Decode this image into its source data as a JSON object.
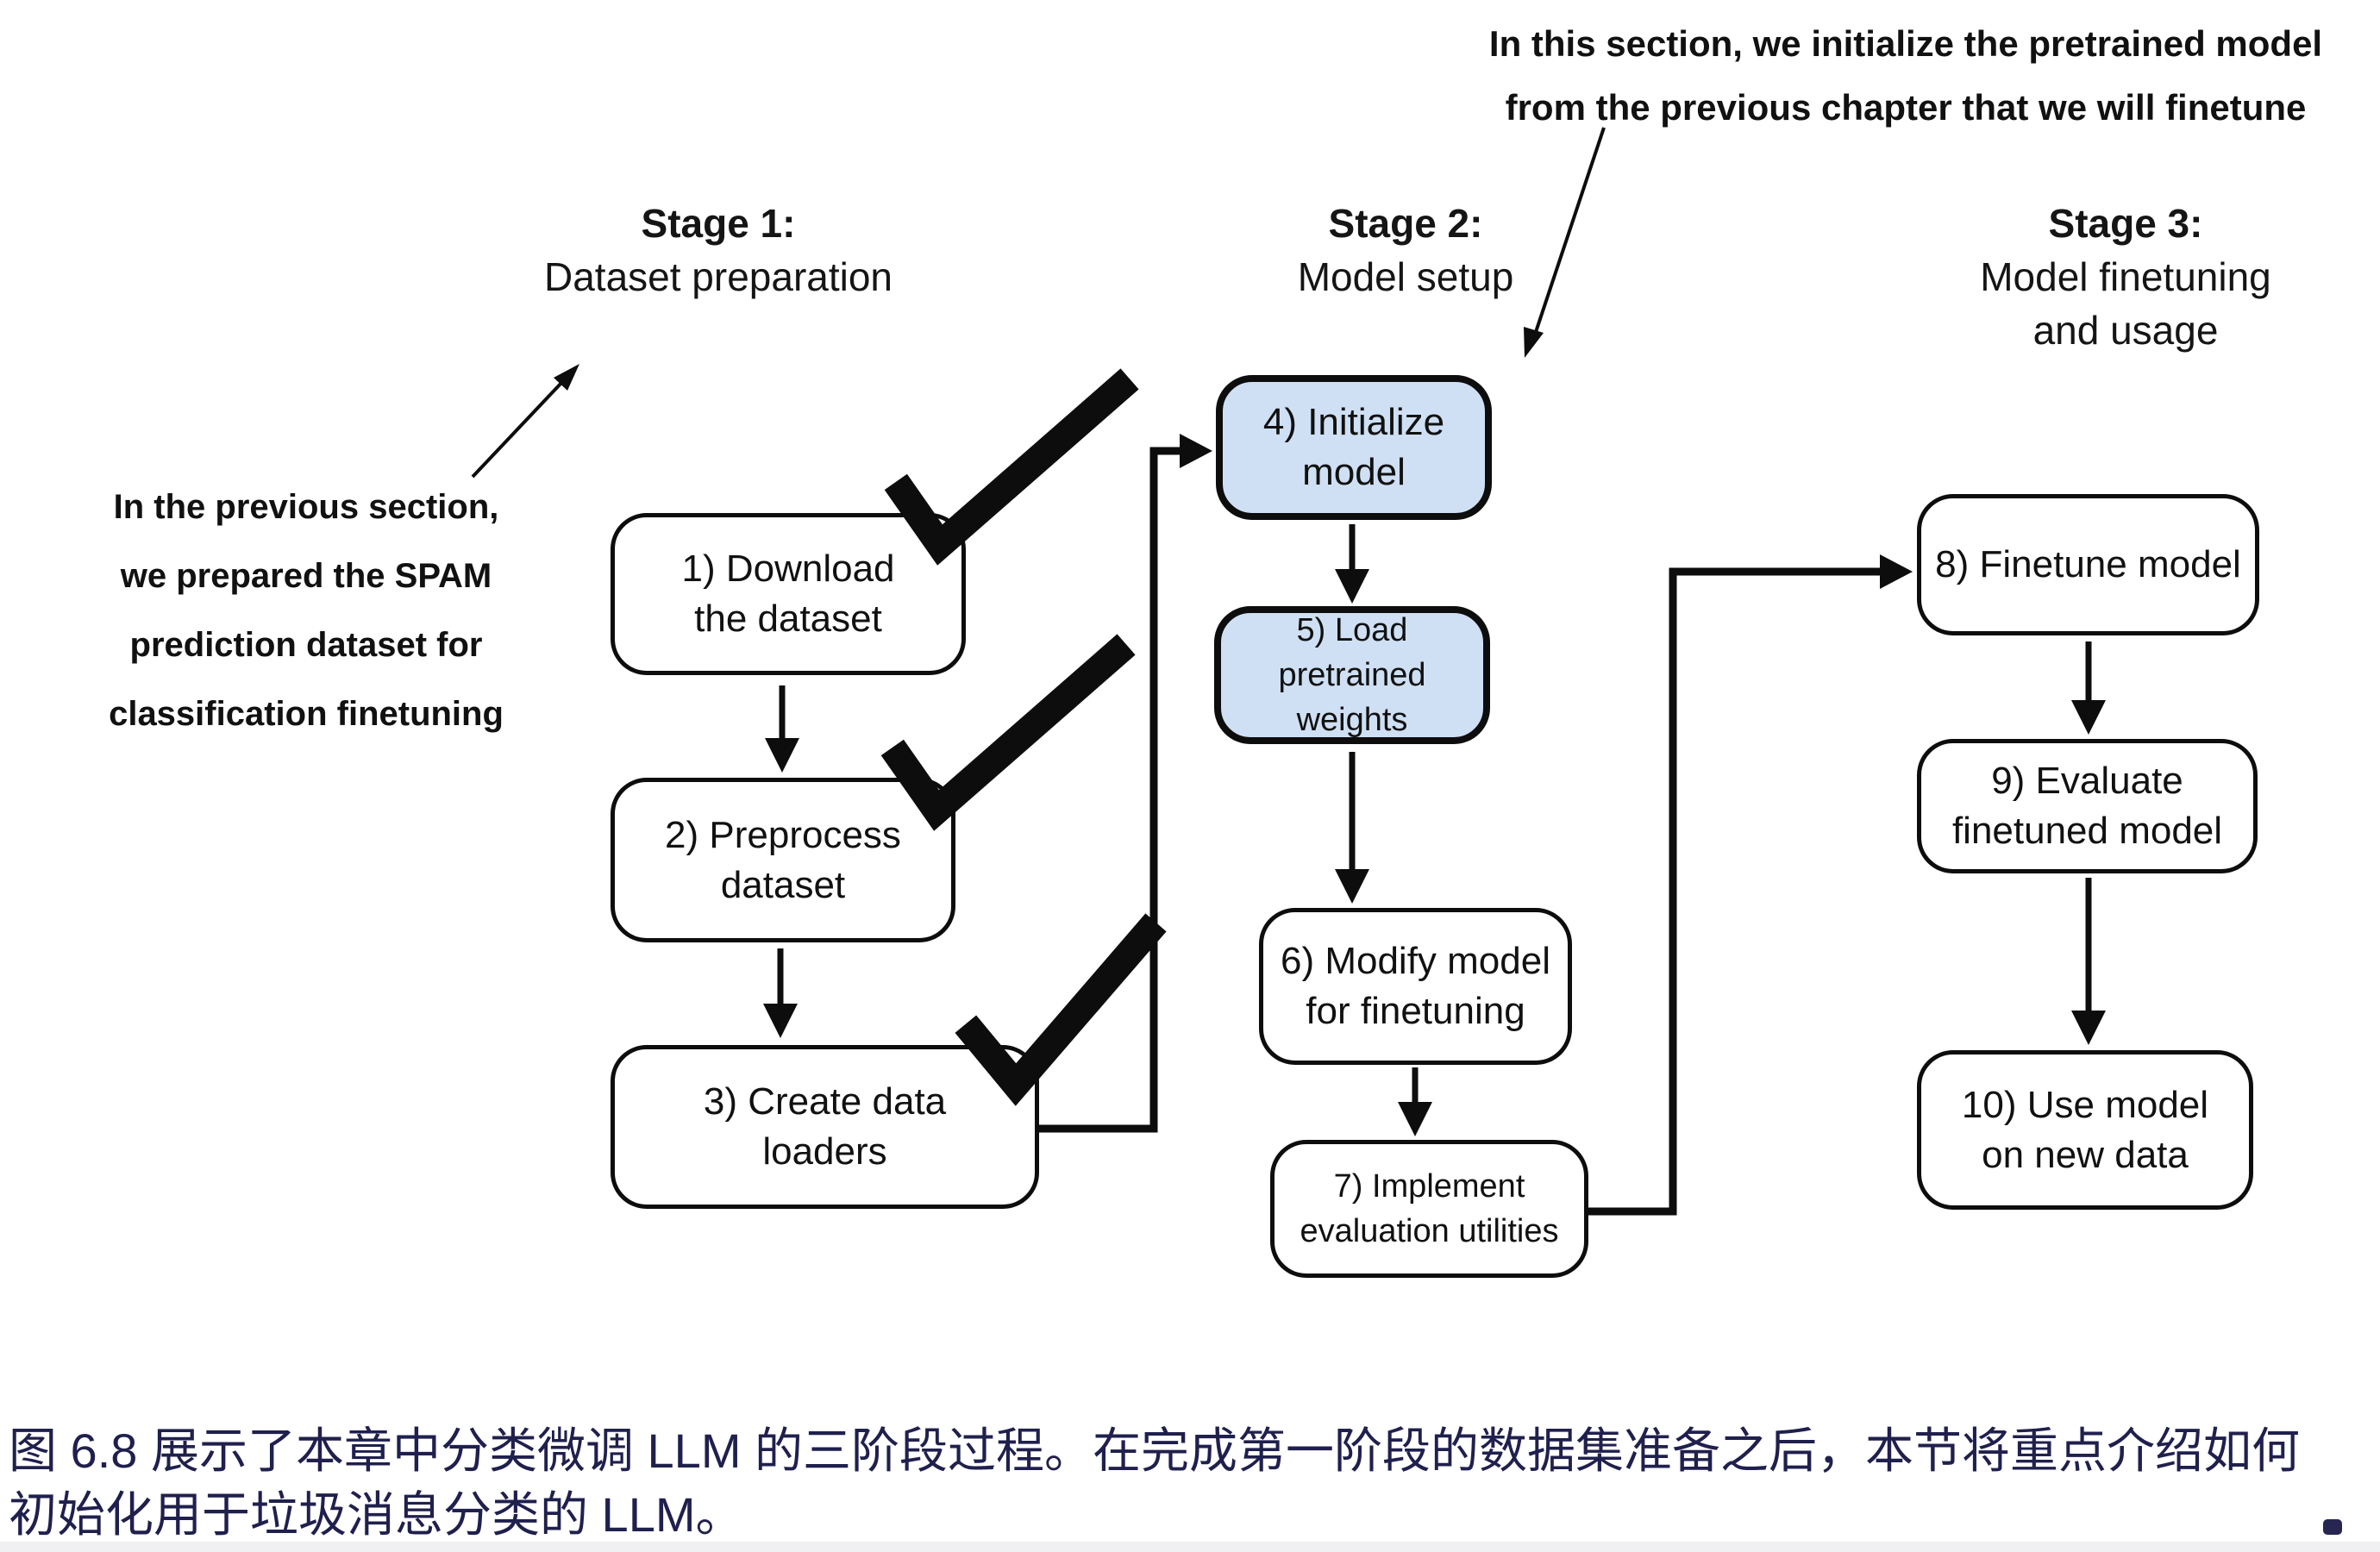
{
  "figure": {
    "top_note": {
      "lines": [
        "In this section, we initialize the pretrained model",
        "from the previous chapter that we will finetune"
      ]
    },
    "left_note": {
      "lines": [
        "In the previous section,",
        "we prepared the SPAM",
        "prediction dataset for",
        "classification finetuning"
      ]
    },
    "stages": [
      {
        "title": "Stage 1:",
        "subtitle_lines": [
          "Dataset preparation"
        ]
      },
      {
        "title": "Stage 2:",
        "subtitle_lines": [
          "Model setup"
        ]
      },
      {
        "title": "Stage 3:",
        "subtitle_lines": [
          "Model finetuning",
          "and usage"
        ]
      }
    ],
    "boxes": [
      {
        "num": 1,
        "lines": [
          "1) Download",
          "the dataset"
        ],
        "completed": true,
        "highlighted": false
      },
      {
        "num": 2,
        "lines": [
          "2) Preprocess",
          "dataset"
        ],
        "completed": true,
        "highlighted": false
      },
      {
        "num": 3,
        "lines": [
          "3) Create data",
          "loaders"
        ],
        "completed": true,
        "highlighted": false
      },
      {
        "num": 4,
        "lines": [
          "4) Initialize",
          "model"
        ],
        "completed": false,
        "highlighted": true
      },
      {
        "num": 5,
        "lines": [
          "5) Load pretrained",
          "weights"
        ],
        "completed": false,
        "highlighted": true
      },
      {
        "num": 6,
        "lines": [
          "6) Modify model",
          "for finetuning"
        ],
        "completed": false,
        "highlighted": false
      },
      {
        "num": 7,
        "lines": [
          "7) Implement",
          "evaluation utilities"
        ],
        "completed": false,
        "highlighted": false
      },
      {
        "num": 8,
        "lines": [
          "8) Finetune model"
        ],
        "completed": false,
        "highlighted": false
      },
      {
        "num": 9,
        "lines": [
          "9) Evaluate",
          "finetuned model"
        ],
        "completed": false,
        "highlighted": false
      },
      {
        "num": 10,
        "lines": [
          "10) Use model",
          "on new data"
        ],
        "completed": false,
        "highlighted": false
      }
    ],
    "completed_boxes": [
      1,
      2,
      3
    ],
    "highlighted_boxes": [
      4,
      5
    ]
  },
  "caption": {
    "lines": [
      "图 6.8 展示了本章中分类微调 LLM 的三阶段过程。在完成第一阶段的数据集准备之后，本节将重点介绍如何",
      "初始化用于垃圾消息分类的 LLM。"
    ]
  },
  "colors": {
    "highlight_fill": "#cfe0f4",
    "stroke": "#0d0d0d",
    "caption_text": "#20204e"
  }
}
